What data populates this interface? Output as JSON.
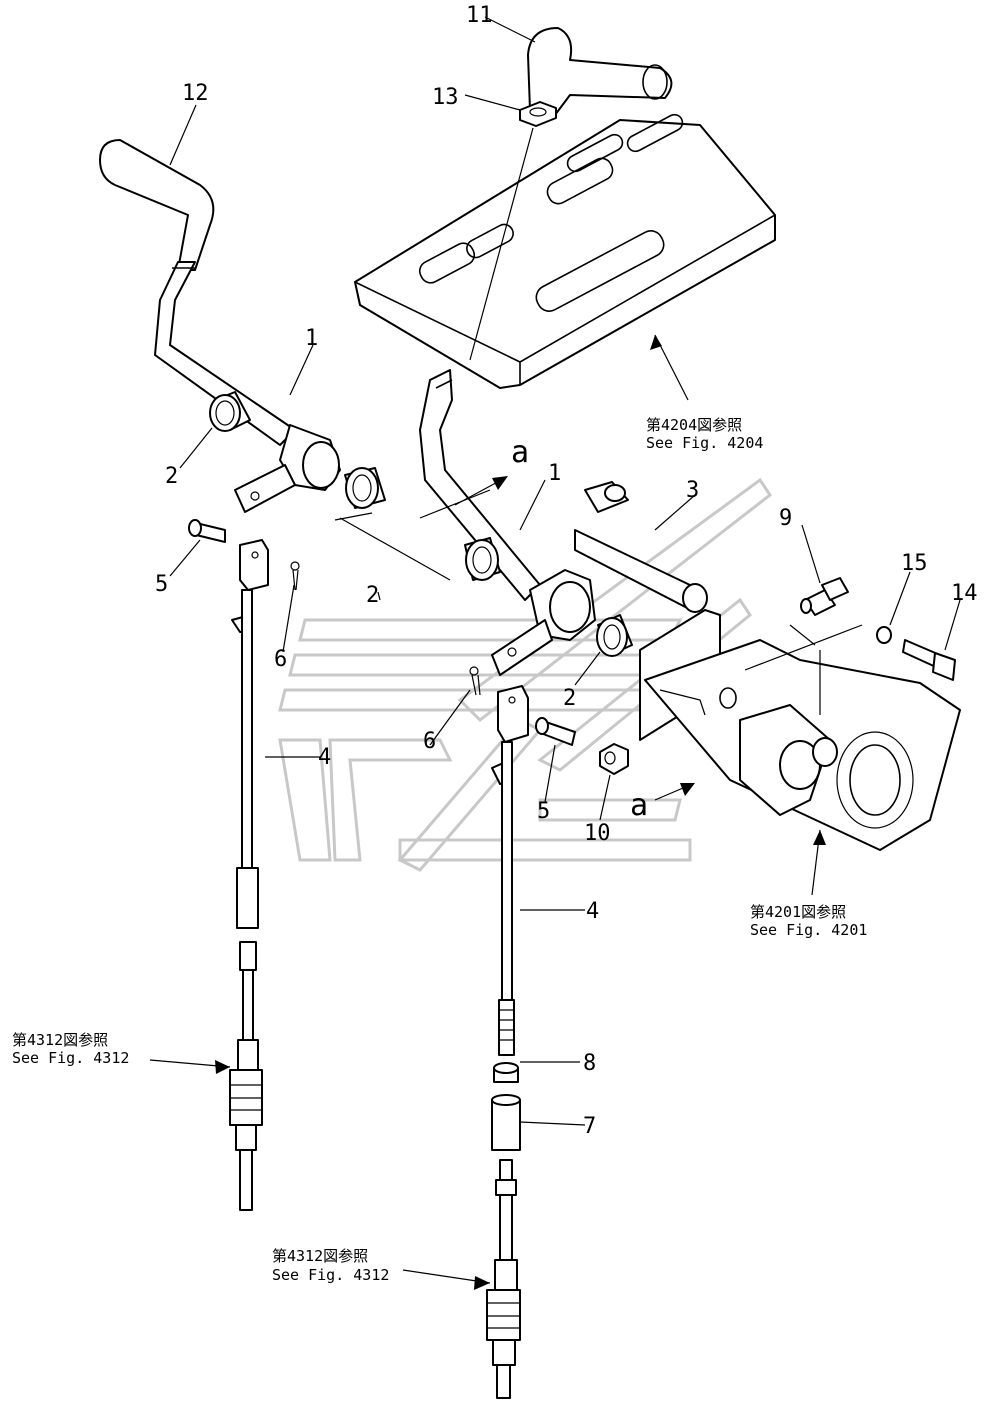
{
  "labels": {
    "p1a": "1",
    "p1b": "1",
    "p2a": "2",
    "p2b": "2",
    "p2c": "2",
    "p3": "3",
    "p4a": "4",
    "p4b": "4",
    "p5a": "5",
    "p5b": "5",
    "p6a": "6",
    "p6b": "6",
    "p7": "7",
    "p8": "8",
    "p9": "9",
    "p10": "10",
    "p11": "11",
    "p12": "12",
    "p13": "13",
    "p14": "14",
    "p15": "15",
    "view_a_top": "a",
    "view_a_bottom": "a"
  },
  "references": {
    "fig4204": {
      "jp": "第4204図参照",
      "en": "See Fig. 4204"
    },
    "fig4201": {
      "jp": "第4201図参照",
      "en": "See Fig. 4201"
    },
    "fig4312_left": {
      "jp": "第4312図参照",
      "en": "See Fig. 4312"
    },
    "fig4312_bottom": {
      "jp": "第4312図参照",
      "en": "See Fig. 4312"
    }
  }
}
